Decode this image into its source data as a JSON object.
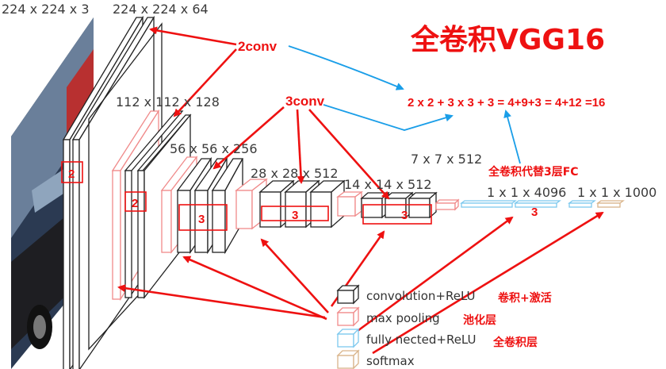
{
  "title": "全卷积VGG16",
  "dimensions": {
    "d224x3": "224 x 224 x 3",
    "d224x64": "224 x 224 x 64",
    "d112": "112 x 112 x 128",
    "d56": "56 x 56 x 256",
    "d28": "28 x 28 x 512",
    "d14": "14 x 14 x 512",
    "d7": "7 x 7 x 512",
    "d4096": "1 x 1 x 4096",
    "d1000": "1 x 1 x 1000"
  },
  "annotations": {
    "conv2": "2conv",
    "conv3": "3conv",
    "formula": "2 x 2 + 3 x 3 + 3 = 4+9+3 = 4+12 =16",
    "replace_fc": "全卷积代替3层FC",
    "box_2a": "2",
    "box_2b": "2",
    "box_3a": "3",
    "box_3b": "3",
    "box_3c": "3",
    "fc_3": "3"
  },
  "legend": {
    "conv": "convolution+ReLU",
    "pool": "max pooling",
    "fc": "fully nected+ReLU",
    "softmax": "softmax"
  },
  "legend_cn": {
    "conv": "卷积+激活",
    "pool": "池化层",
    "fc": "全卷积层"
  },
  "colors": {
    "annotation_red": "#ee1111",
    "arrow_blue": "#1a9ee8",
    "pool_pink": "#f08a8a",
    "fc_blue": "#7cc8ee",
    "softmax_tan": "#d9b48a"
  }
}
